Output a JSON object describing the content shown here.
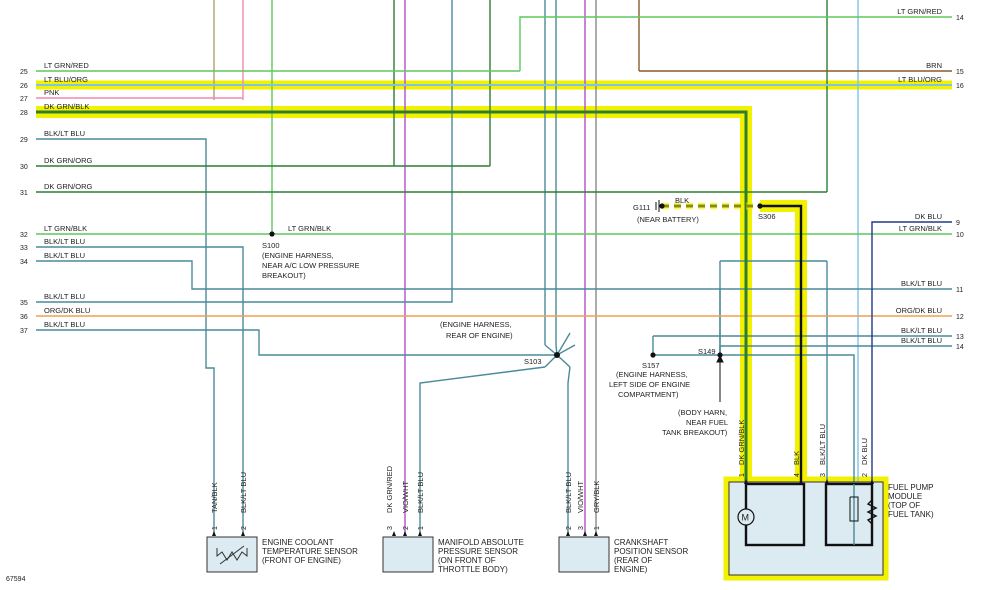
{
  "figure_id": "67594",
  "left_circuits": [
    {
      "pin": "25",
      "label": "LT GRN/RED"
    },
    {
      "pin": "26",
      "label": "LT BLU/ORG"
    },
    {
      "pin": "27",
      "label": "PNK"
    },
    {
      "pin": "28",
      "label": "DK GRN/BLK"
    },
    {
      "pin": "29",
      "label": "BLK/LT BLU"
    },
    {
      "pin": "30",
      "label": "DK GRN/ORG"
    },
    {
      "pin": "31",
      "label": "DK GRN/ORG"
    },
    {
      "pin": "32",
      "label": "LT GRN/BLK"
    },
    {
      "pin": "33",
      "label": "BLK/LT BLU"
    },
    {
      "pin": "34",
      "label": "BLK/LT BLU"
    },
    {
      "pin": "35",
      "label": "BLK/LT BLU"
    },
    {
      "pin": "36",
      "label": "ORG/DK BLU"
    },
    {
      "pin": "37",
      "label": "BLK/LT BLU"
    }
  ],
  "right_circuits": [
    {
      "pin": "14",
      "label": "LT GRN/RED"
    },
    {
      "pin": "15",
      "label": "BRN"
    },
    {
      "pin": "16",
      "label": "LT BLU/ORG"
    },
    {
      "pin": "9",
      "label": "DK BLU"
    },
    {
      "pin": "10",
      "label": "LT GRN/BLK"
    },
    {
      "pin": "11",
      "label": "BLK/LT BLU"
    },
    {
      "pin": "12",
      "label": "ORG/DK BLU"
    },
    {
      "pin": "13",
      "label": "BLK/LT BLU"
    },
    {
      "pin": "14",
      "label": "BLK/LT BLU"
    }
  ],
  "splices": {
    "s100": {
      "id": "S100",
      "desc": [
        "(ENGINE HARNESS,",
        "NEAR A/C LOW PRESSURE",
        "BREAKOUT)"
      ]
    },
    "s103": {
      "id": "S103",
      "desc": [
        "(ENGINE HARNESS,",
        "REAR OF ENGINE)"
      ]
    },
    "s157": {
      "id": "S157",
      "desc": [
        "(ENGINE HARNESS,",
        "LEFT SIDE OF ENGINE",
        "COMPARTMENT)"
      ]
    },
    "s149": {
      "id": "S149",
      "desc": [
        "(BODY HARN,",
        "NEAR FUEL",
        "TANK BREAKOUT)"
      ]
    },
    "s306": {
      "id": "S306"
    },
    "g111": {
      "id": "G111",
      "wire": "BLK",
      "desc": "(NEAR BATTERY)"
    }
  },
  "components": {
    "ect": {
      "name": [
        "ENGINE COOLANT",
        "TEMPERATURE SENSOR",
        "(FRONT OF ENGINE)"
      ],
      "pins": [
        {
          "n": "1",
          "wire": "TAN/BLK"
        },
        {
          "n": "2",
          "wire": "BLK/LT BLU"
        }
      ]
    },
    "map": {
      "name": [
        "MANIFOLD ABSOLUTE",
        "PRESSURE SENSOR",
        "(ON FRONT OF",
        "THROTTLE BODY)"
      ],
      "pins": [
        {
          "n": "3",
          "wire": "DK GRN/RED"
        },
        {
          "n": "2",
          "wire": "VIO/WHT"
        },
        {
          "n": "1",
          "wire": "BLK/LT BLU"
        }
      ]
    },
    "ckp": {
      "name": [
        "CRANKSHAFT",
        "POSITION SENSOR",
        "(REAR OF",
        "ENGINE)"
      ],
      "pins": [
        {
          "n": "2",
          "wire": "BLK/LT BLU"
        },
        {
          "n": "3",
          "wire": "VIO/WHT"
        },
        {
          "n": "1",
          "wire": "GRY/BLK"
        }
      ]
    },
    "fuel_pump": {
      "name": [
        "FUEL PUMP",
        "MODULE",
        "(TOP OF",
        "FUEL TANK)"
      ],
      "motor_symbol": "M",
      "pins": [
        {
          "n": "1",
          "wire": "DK GRN/BLK"
        },
        {
          "n": "4",
          "wire": "BLK"
        },
        {
          "n": "3",
          "wire": "BLK/LT BLU"
        },
        {
          "n": "2",
          "wire": "DK BLU"
        }
      ]
    }
  },
  "colors": {
    "highlight": "#f2f200",
    "lt_grn": "#5cc95c",
    "lt_blu": "#7fc4e8",
    "pnk": "#f08ab0",
    "dk_grn": "#2e7d32",
    "blk_lt_blu": "#4a8a9a",
    "org": "#f0a050",
    "brn": "#8b5a2b",
    "dk_blu": "#1f3a8a",
    "vio": "#b050c8",
    "tan": "#b0a070",
    "gry": "#888888",
    "blk": "#111111"
  }
}
